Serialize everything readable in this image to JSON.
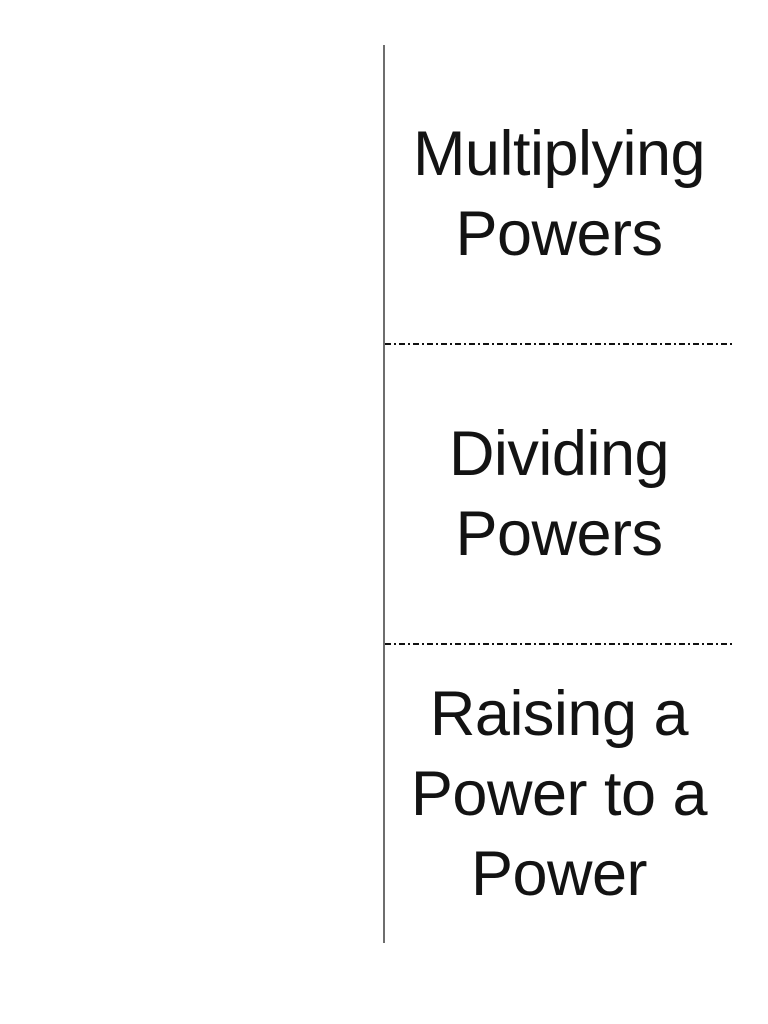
{
  "page": {
    "background_color": "#ffffff",
    "fold_line_color": "#6e6e6e",
    "cut_line_color": "#111111",
    "text_color": "#131313"
  },
  "foldable": {
    "sections": [
      {
        "label": "Multiplying\nPowers"
      },
      {
        "label": "Dividing\nPowers"
      },
      {
        "label": "Raising a\nPower to a\nPower"
      }
    ]
  }
}
